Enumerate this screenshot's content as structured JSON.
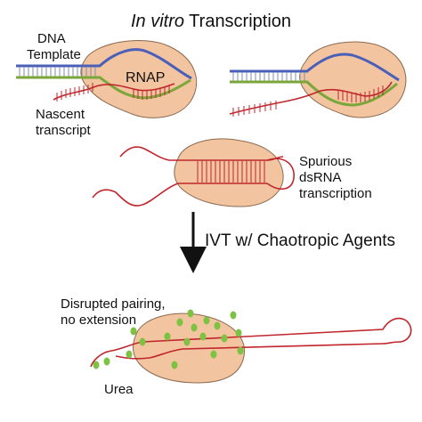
{
  "title": {
    "italic": "In vitro",
    "rest": " Transcription"
  },
  "labels": {
    "dna_template_line1": "DNA",
    "dna_template_line2": "Template",
    "rnap": "RNAP",
    "nascent_line1": "Nascent",
    "nascent_line2": "transcript",
    "spurious_line1": "Spurious",
    "spurious_line2": "dsRNA",
    "spurious_line3": "transcription",
    "step_label": "IVT w/ Chaotropic Agents",
    "disrupted_line1": "Disrupted pairing,",
    "disrupted_line2": "no extension",
    "urea": "Urea"
  },
  "colors": {
    "rnap_fill": "#f2c4a0",
    "rnap_stroke": "#8a6a50",
    "dna_template_strand": "#4a5fb8",
    "dna_nontemplate_strand": "#7aa63a",
    "rna": "#c0262c",
    "urea": "#7dc242",
    "arrow": "#111111"
  }
}
